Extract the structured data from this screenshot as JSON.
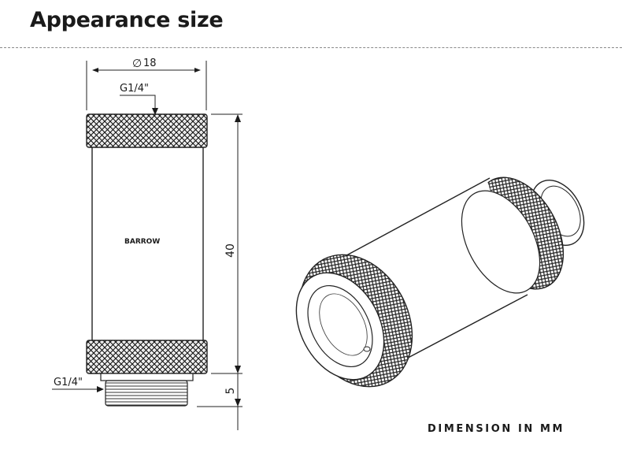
{
  "title": "Appearance size",
  "logo_text": "BARROW",
  "footnote": "DIMENSION IN MM",
  "dimensions": {
    "diameter_symbol": "∅",
    "diameter_value": "18",
    "thread_top": "G1/4\"",
    "thread_bottom": "G1/4\"",
    "body_length": "40",
    "thread_length": "5"
  }
}
